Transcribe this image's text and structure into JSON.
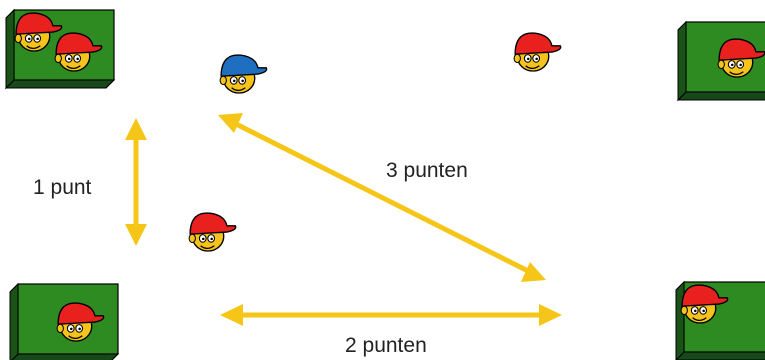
{
  "labels": {
    "one_point": "1 punt",
    "three_points": "3 punten",
    "two_points": "2 punten"
  },
  "colors": {
    "arrow": "#F5C518",
    "mat_top": "#2E8B22",
    "mat_side": "#1E5A16",
    "cap_red": "#E8201E",
    "cap_blue": "#1E6FC0",
    "face": "#F6C21C",
    "outline": "#000000"
  },
  "icons": {
    "player_red": "player-red-cap-icon",
    "player_blue": "player-blue-cap-icon",
    "mat": "green-mat"
  }
}
